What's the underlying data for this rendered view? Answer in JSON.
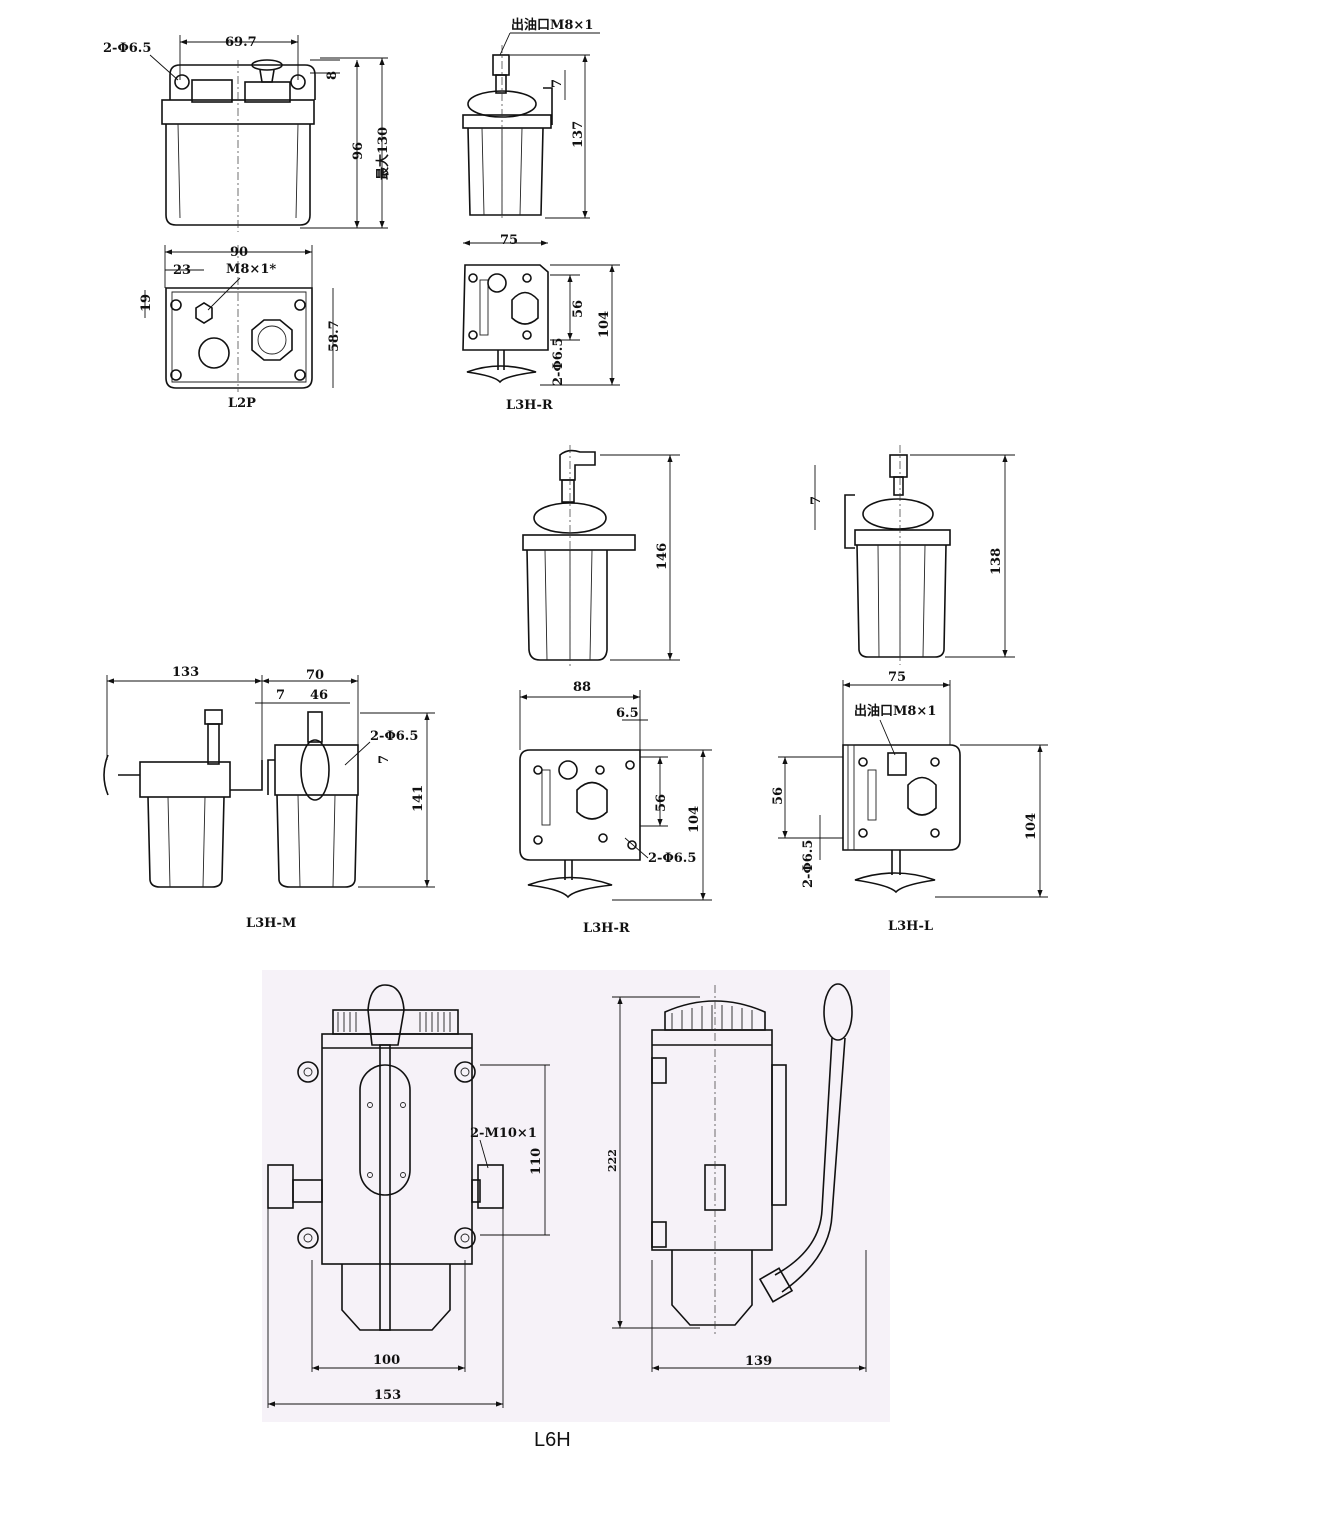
{
  "views": {
    "l2p": {
      "label": "L2P",
      "holes": "2-Φ6.5",
      "width_top": "69.7",
      "offset": "8",
      "height": "96",
      "max_height": "最大130",
      "width": "90",
      "port_offset": "23",
      "port_depth": "19",
      "port": "M8×1*",
      "depth": "58.7"
    },
    "l3h_r_top": {
      "label": "L3H-R",
      "outlet": "出油口M8×1",
      "bracket": "7",
      "height": "137",
      "width": "75",
      "hole_spacing": "56",
      "plate_height": "104",
      "holes": "2-Φ6.5"
    },
    "l3h_m": {
      "label": "L3H-M",
      "length": "133",
      "width": "70",
      "bracket": "7",
      "hole_x": "46",
      "holes": "2-Φ6.5",
      "offset": "7",
      "height": "141"
    },
    "l3h_r_mid": {
      "height": "146",
      "label": "L3H-R",
      "width": "88",
      "edge": "6.5",
      "hole_spacing": "56",
      "plate_height": "104",
      "holes": "2-Φ6.5"
    },
    "l3h_l": {
      "label": "L3H-L",
      "bracket": "7",
      "height": "138",
      "width": "75",
      "outlet": "出油口M8×1",
      "hole_spacing": "56",
      "plate_height": "104",
      "holes": "2-Φ6.5"
    },
    "l6h": {
      "label": "L6H",
      "ports": "2-M10×1",
      "port_spacing": "110",
      "mount_width": "100",
      "overall_width": "153",
      "height": "222",
      "depth": "139"
    }
  },
  "colors": {
    "panel_bg": "#f6f2f8",
    "line": "#111111"
  }
}
